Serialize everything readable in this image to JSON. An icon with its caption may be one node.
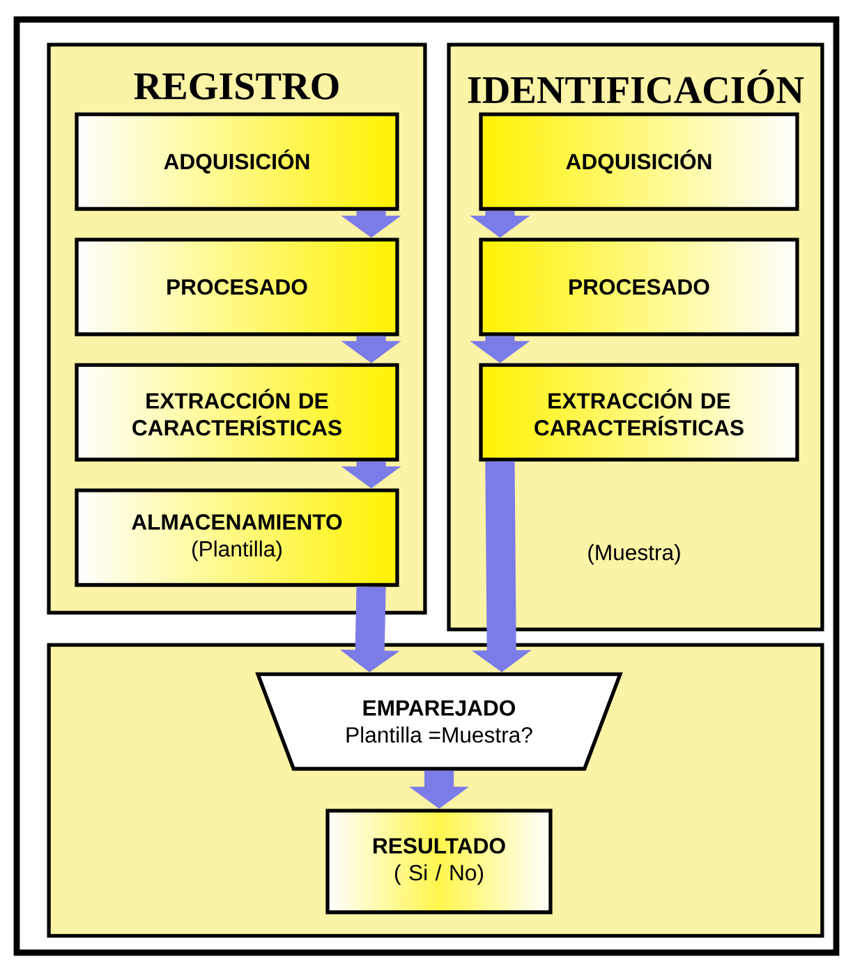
{
  "diagram": {
    "nodes": [
      {
        "text": [
          "REGISTRO"
        ]
      },
      {
        "text": [
          "ADQUISICIÓN"
        ],
        "in": 0
      },
      {
        "text": [
          "PROCESADO"
        ],
        "in": 0
      },
      {
        "text": [
          "EXTRACCIÓN DE CARACTERÍSTICAS"
        ],
        "in": 0
      },
      {
        "text": [
          "ALMACENAMIENTO",
          "(Plantilla)"
        ],
        "in": 0
      },
      {
        "text": [
          "IDENTIFICACIÓN"
        ]
      },
      {
        "text": [
          "ADQUISICIÓN"
        ],
        "in": 5
      },
      {
        "text": [
          "PROCESADO"
        ],
        "in": 5
      },
      {
        "text": [
          "EXTRACCIÓN DE CARACTERÍSTICAS"
        ],
        "in": 5
      },
      {
        "text": [],
        "shape": "box"
      },
      {
        "text": [
          "EMPAREJADO",
          "Plantilla =Muestra?"
        ],
        "in": 9
      },
      {
        "text": [
          "RESULTADO",
          "( Si / No)"
        ],
        "in": 9
      }
    ],
    "edges": [
      {
        "from": 1,
        "to": 2,
        "arrow": "to"
      },
      {
        "from": 2,
        "to": 3,
        "arrow": "to"
      },
      {
        "from": 3,
        "to": 4,
        "arrow": "to"
      },
      {
        "from": 4,
        "to": 10,
        "arrow": "to"
      },
      {
        "from": 6,
        "to": 7,
        "arrow": "to"
      },
      {
        "from": 7,
        "to": 8,
        "arrow": "to"
      },
      {
        "from": 8,
        "to": 10,
        "arrow": "to"
      },
      {
        "from": 10,
        "to": 11,
        "arrow": "to"
      }
    ],
    "labels": [
      "(Muestra)"
    ]
  }
}
